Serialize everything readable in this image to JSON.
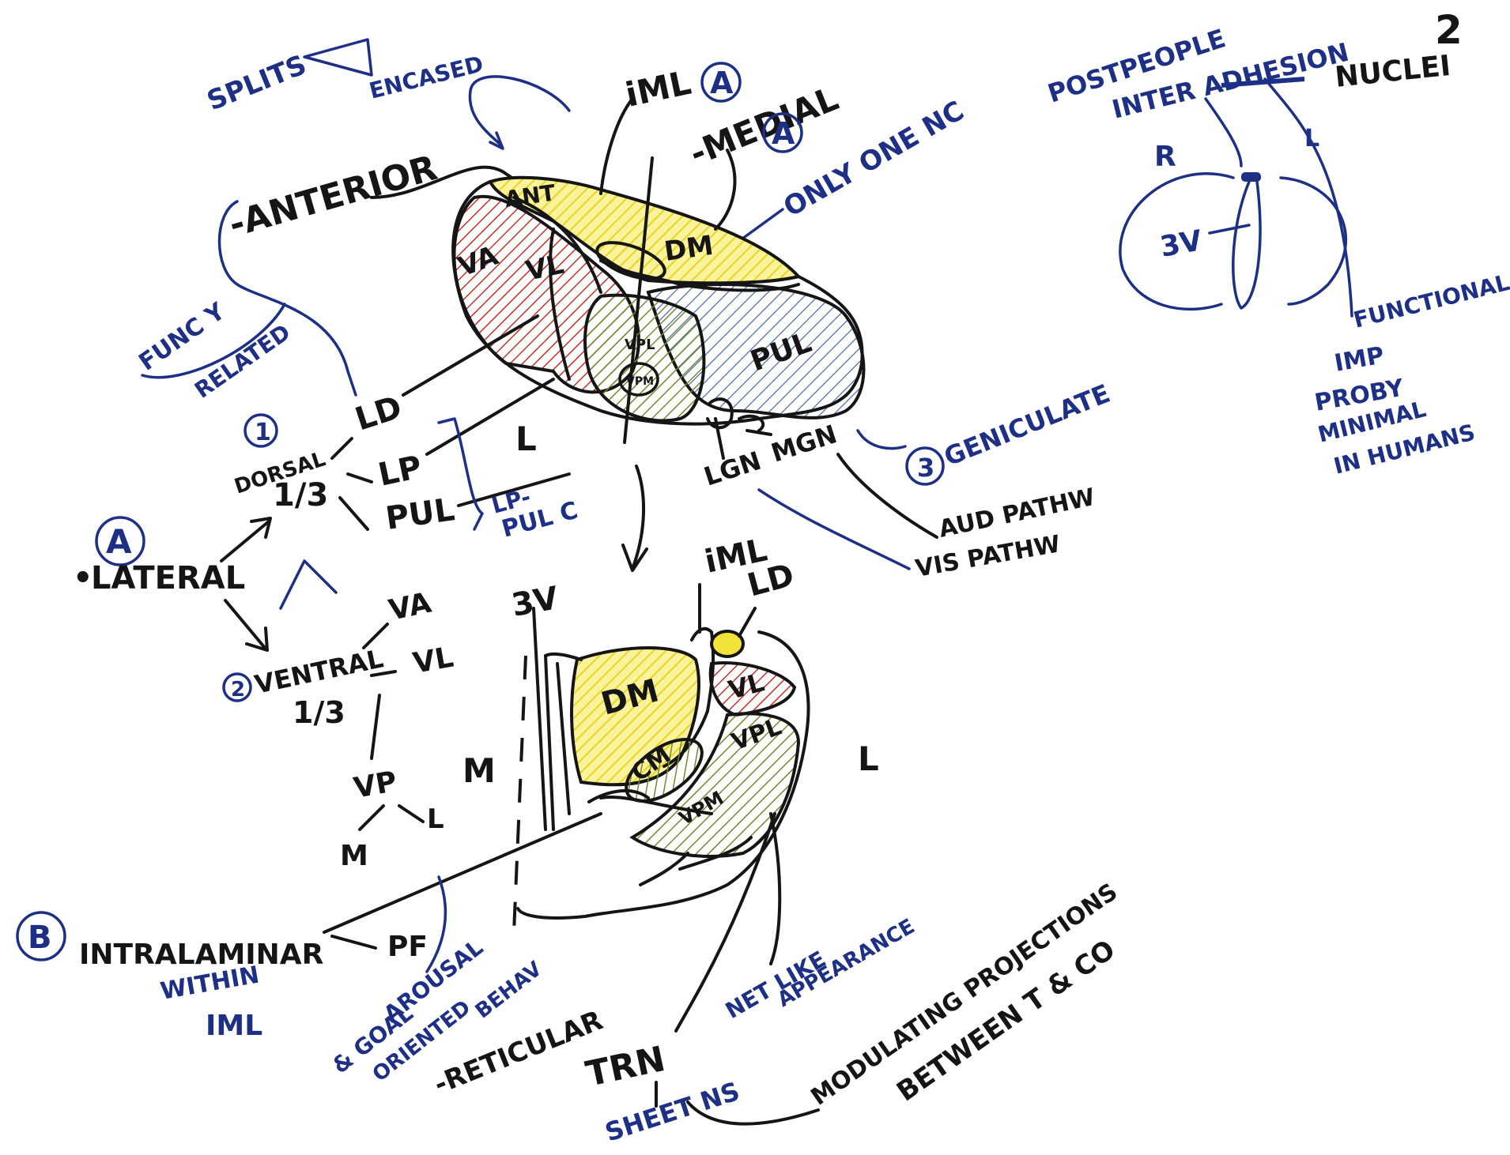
{
  "page_number": "2",
  "colors": {
    "ink_black": "#151515",
    "ink_blue": "#1e2f86",
    "yellow": "#f2e23a",
    "red": "#c9302c",
    "green": "#6f8c2e",
    "blue_hatch": "#4c6aa8"
  },
  "top_section": {
    "splits_label": "SPLITS",
    "encased_label": "ENCASED",
    "iml_label": "iML",
    "anterior_label": "-ANTERIOR",
    "anterior_marker": "A",
    "medial_label": "-MEDIAL",
    "medial_marker": "A",
    "only_one_nc": "ONLY ONE NC",
    "func_related_1": "FUNC Y",
    "func_related_2": "RELATED"
  },
  "thalamus_3d": {
    "ant": "ANT",
    "va": "VA",
    "vl": "VL",
    "dm": "DM",
    "vpl": "VPL",
    "vpm": "VPM",
    "pul": "PUL",
    "lgn": "LGN",
    "mgn": "MGN",
    "l": "L"
  },
  "lateral_section": {
    "marker": "A",
    "label": "LATERAL",
    "dorsal_num": "1",
    "dorsal_label": "DORSAL",
    "dorsal_frac": "1/3",
    "ld": "LD",
    "lp": "LP",
    "pul": "PUL",
    "lp_pul_1": "LP-",
    "lp_pul_2": "PUL C",
    "ventral_num": "2",
    "ventral_label": "VENTRAL",
    "ventral_frac": "1/3",
    "va": "VA",
    "vl": "VL",
    "vp": "VP",
    "vp_m": "M",
    "vp_l": "L"
  },
  "geniculate": {
    "num": "3",
    "label": "GENICULATE",
    "aud": "AUD PATHW",
    "vis": "VIS PATHW"
  },
  "adhesion": {
    "line1": "POSTPEOPLE",
    "line2": "INTER ADHESION",
    "nuclei": "NUCLEI",
    "r": "R",
    "l": "L",
    "third_v": "3V",
    "func_1": "FUNCTIONAL",
    "func_2": "IMP",
    "func_3": "PROBY",
    "func_4": "MINIMAL",
    "func_5": "IN HUMANS"
  },
  "cross_section": {
    "third_v": "3V",
    "iml": "iML",
    "ld": "LD",
    "dm": "DM",
    "vl": "VL",
    "vpl": "VPL",
    "cm": "CM",
    "vpm": "VPM",
    "m": "M",
    "l": "L"
  },
  "intralaminar": {
    "marker": "B",
    "label": "INTRALAMINAR",
    "pf": "PF",
    "within_1": "WITHIN",
    "within_2": "IML",
    "arousal_1": "AROUSAL",
    "arousal_2": "& GOAL",
    "arousal_3": "ORIENTED",
    "arousal_4": "BEHAV"
  },
  "reticular": {
    "label": "-RETICULAR",
    "trn": "TRN",
    "sheet": "SHEET NS",
    "net_1": "NET LIKE",
    "net_2": "APPEARANCE",
    "mod_1": "MODULATING PROJECTIONS",
    "mod_2": "BETWEEN T & CO"
  }
}
